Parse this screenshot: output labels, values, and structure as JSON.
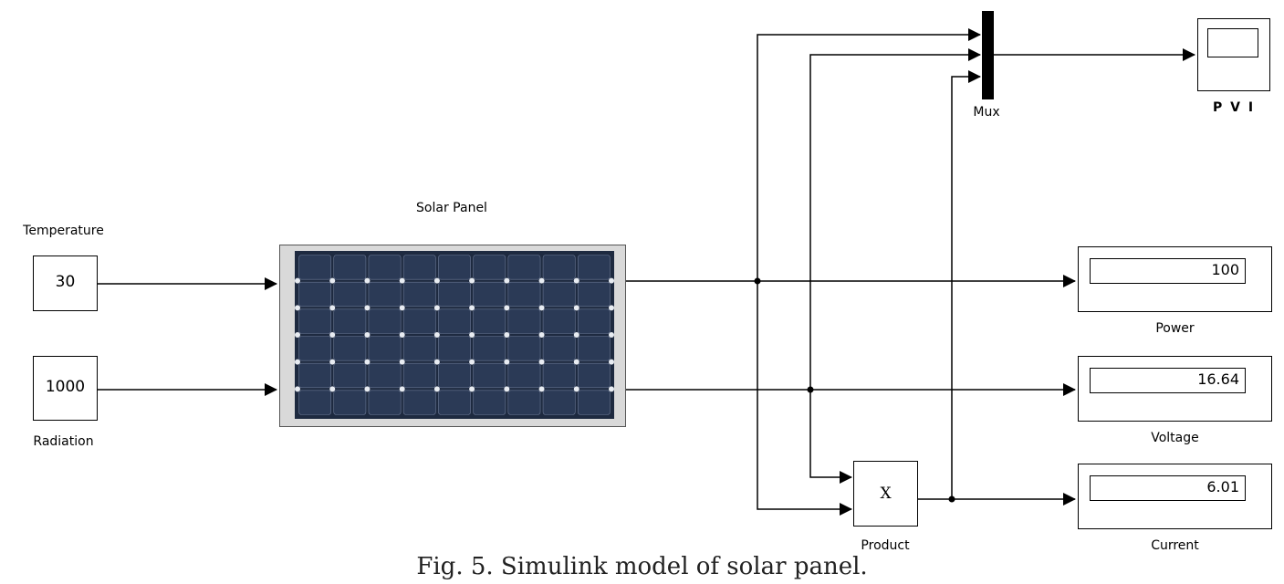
{
  "blocks": {
    "temperature": {
      "label": "Temperature",
      "value": "30"
    },
    "radiation": {
      "label": "Radiation",
      "value": "1000"
    },
    "solar_panel": {
      "label": "Solar Panel"
    },
    "mux": {
      "label": "Mux"
    },
    "scope": {
      "label": "P V I"
    },
    "product": {
      "label": "Product",
      "symbol": "X"
    },
    "power_display": {
      "label": "Power",
      "value": "100"
    },
    "voltage_display": {
      "label": "Voltage",
      "value": "16.64"
    },
    "current_display": {
      "label": "Current",
      "value": "6.01"
    }
  },
  "caption": "Fig. 5. Simulink model of solar panel.",
  "colors": {
    "panel_cell": "#2b3a56",
    "panel_frame": "#9aa0a6",
    "line": "#000000"
  }
}
